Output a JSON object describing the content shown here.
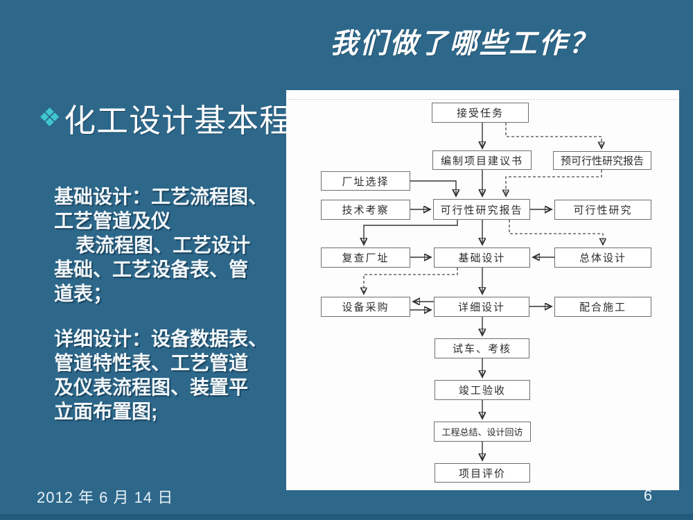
{
  "slide": {
    "title": "我们做了哪些工作？",
    "heading": {
      "bullet_icon": "❖",
      "text": "化工设计基本程"
    },
    "body_blocks": [
      {
        "lines": [
          "基础设计：工艺流程图、",
          "工艺管道及仪",
          "    表流程图、工艺设计",
          "基础、工艺设备表、管",
          "道表；"
        ]
      },
      {
        "lines": [
          "详细设计：设备数据表、",
          "管道特性表、工艺管道",
          "及仪表流程图、装置平",
          "立面布置图;"
        ]
      }
    ],
    "footer": {
      "date": "2012 年 6 月 14 日",
      "page_number": "6"
    },
    "colors": {
      "background": "#2D688B",
      "footer_band": "#245C7C",
      "bullet_accent": "#3FC6CE",
      "panel_background": "#FDFDFD",
      "box_border": "#6E6E6E",
      "connector": "#333333"
    }
  },
  "flowchart": {
    "nodes": [
      {
        "id": "accept-task",
        "label": "接受任务"
      },
      {
        "id": "prepare-proposal",
        "label": "编制项目建议书"
      },
      {
        "id": "pre-feasibility-report",
        "label": "预可行性研究报告"
      },
      {
        "id": "site-selection",
        "label": "厂址选择"
      },
      {
        "id": "technical-survey",
        "label": "技术考察"
      },
      {
        "id": "feasibility-report",
        "label": "可行性研究报告"
      },
      {
        "id": "feasibility-study",
        "label": "可行性研究"
      },
      {
        "id": "site-review",
        "label": "复查厂址"
      },
      {
        "id": "basic-design",
        "label": "基础设计"
      },
      {
        "id": "overall-design",
        "label": "总体设计"
      },
      {
        "id": "equipment-procurement",
        "label": "设备采购"
      },
      {
        "id": "detailed-design",
        "label": "详细设计"
      },
      {
        "id": "construction-support",
        "label": "配合施工"
      },
      {
        "id": "trial-run-assessment",
        "label": "试车、考核"
      },
      {
        "id": "completion-acceptance",
        "label": "竣工验收"
      },
      {
        "id": "project-summary-review",
        "label": "工程总结、设计回访"
      },
      {
        "id": "project-evaluation",
        "label": "项目评价"
      }
    ],
    "edges": [
      {
        "from": "接受任务",
        "to": "编制项目建议书",
        "style": "solid"
      },
      {
        "from": "接受任务",
        "to": "预可行性研究报告",
        "style": "dashed"
      },
      {
        "from": "编制项目建议书",
        "to": "可行性研究报告",
        "style": "solid"
      },
      {
        "from": "预可行性研究报告",
        "to": "可行性研究报告",
        "style": "dashed"
      },
      {
        "from": "厂址选择",
        "to": "可行性研究报告",
        "style": "solid"
      },
      {
        "from": "技术考察",
        "to": "可行性研究报告",
        "style": "solid"
      },
      {
        "from": "可行性研究报告",
        "to": "可行性研究",
        "style": "solid"
      },
      {
        "from": "可行性研究报告",
        "to": "复查厂址",
        "style": "solid"
      },
      {
        "from": "可行性研究报告",
        "to": "基础设计",
        "style": "solid"
      },
      {
        "from": "可行性研究报告",
        "to": "总体设计",
        "style": "dashed"
      },
      {
        "from": "复查厂址",
        "to": "基础设计",
        "style": "solid"
      },
      {
        "from": "总体设计",
        "to": "基础设计",
        "style": "solid"
      },
      {
        "from": "基础设计",
        "to": "设备采购",
        "style": "dashed"
      },
      {
        "from": "基础设计",
        "to": "详细设计",
        "style": "solid"
      },
      {
        "from": "详细设计",
        "to": "设备采购",
        "style": "solid"
      },
      {
        "from": "设备采购",
        "to": "详细设计",
        "style": "solid"
      },
      {
        "from": "详细设计",
        "to": "配合施工",
        "style": "solid"
      },
      {
        "from": "详细设计",
        "to": "试车、考核",
        "style": "solid"
      },
      {
        "from": "试车、考核",
        "to": "竣工验收",
        "style": "solid"
      },
      {
        "from": "竣工验收",
        "to": "工程总结、设计回访",
        "style": "solid"
      },
      {
        "from": "工程总结、设计回访",
        "to": "项目评价",
        "style": "solid"
      }
    ]
  }
}
